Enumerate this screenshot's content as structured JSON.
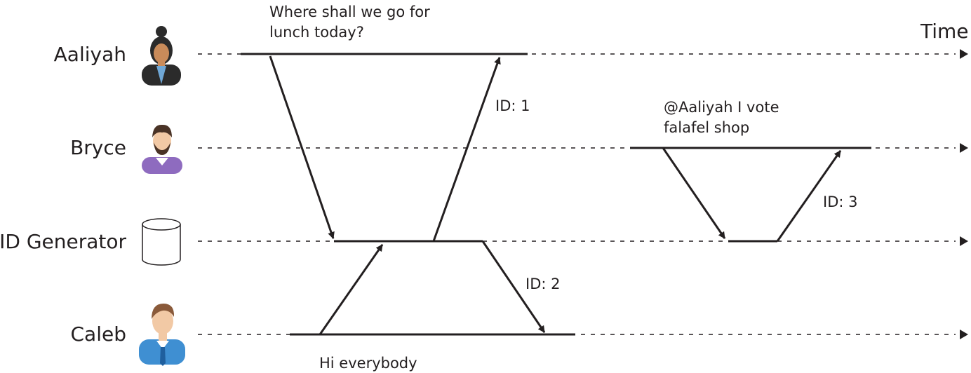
{
  "time_label": "Time",
  "participants": {
    "aaliyah": "Aaliyah",
    "bryce": "Bryce",
    "id_generator": "ID Generator",
    "caleb": "Caleb"
  },
  "messages": {
    "aaliyah_question_line1": "Where shall we go for",
    "aaliyah_question_line2": "lunch today?",
    "bryce_vote_line1": "@Aaliyah I vote",
    "bryce_vote_line2": "falafel shop",
    "caleb_greeting": "Hi everybody"
  },
  "id_labels": {
    "id1": "ID: 1",
    "id2": "ID: 2",
    "id3": "ID: 3"
  },
  "icons": {
    "aaliyah": "female-user-icon",
    "bryce": "bearded-male-user-icon",
    "id_generator": "database-cylinder-icon",
    "caleb": "male-user-icon"
  },
  "colors": {
    "ink": "#231f20",
    "aaliyah_shirt": "#2b2b2b",
    "aaliyah_collar": "#6fa7d6",
    "bryce_shirt": "#8e6bbf",
    "caleb_shirt": "#3f8fd2",
    "caleb_tie": "#1f5f9e",
    "skin_dark": "#c98b5a",
    "skin_light": "#f2c9a5"
  }
}
